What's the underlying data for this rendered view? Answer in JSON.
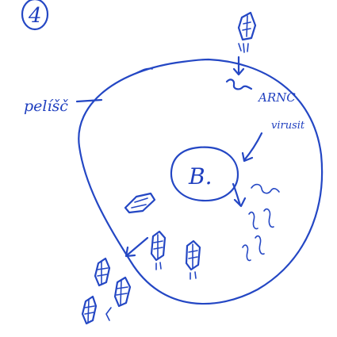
{
  "diagram": {
    "figure_number": "4",
    "labels": {
      "membrane": "pelíšč",
      "rna": "ARNC",
      "rna_line2": "virusit",
      "nucleus": "B."
    },
    "colors": {
      "ink": "#2447c4",
      "paper": "#ffffff"
    },
    "icons": [
      "virus-particle-icon",
      "rna-strand-icon",
      "arrow-icon"
    ]
  }
}
